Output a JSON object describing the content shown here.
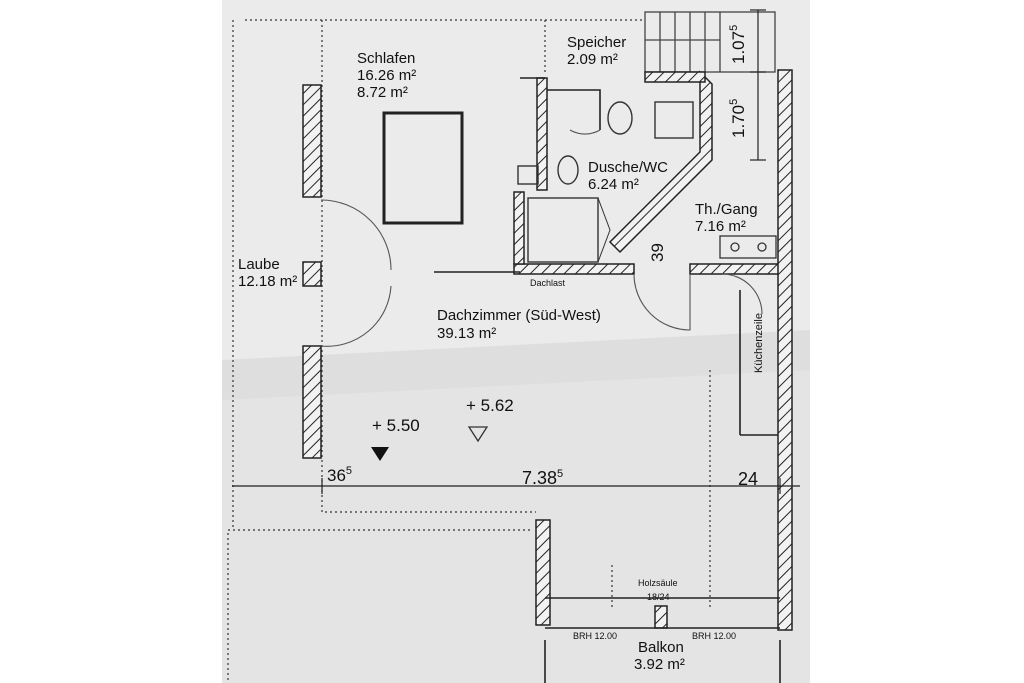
{
  "rooms": {
    "schlafen": {
      "name": "Schlafen",
      "area1": "16.26 m²",
      "area2": "8.72 m²"
    },
    "speicher": {
      "name": "Speicher",
      "area": "2.09 m²"
    },
    "dusche": {
      "name": "Dusche/WC",
      "area": "6.24 m²"
    },
    "gang": {
      "name": "Th./Gang",
      "area": "7.16 m²"
    },
    "laube": {
      "name": "Laube",
      "area": "12.18 m²"
    },
    "dachzimmer": {
      "name": "Dachzimmer (Süd-West)",
      "area": "39.13 m²"
    },
    "balkon": {
      "name": "Balkon",
      "area": "3.92 m²"
    }
  },
  "labels": {
    "dachlast": "Dachlast",
    "kuechenzeile": "Küchenzeile",
    "holzsaeule": "Holzsäule",
    "holzsaeule_size": "18/24",
    "brh_left": "BRH 12.00",
    "brh_right": "BRH 12.00"
  },
  "levels": {
    "level_a": "+ 5.62",
    "level_b": "+ 5.50"
  },
  "dimensions": {
    "d_107": {
      "main": "1.07",
      "sup": "5"
    },
    "d_170": {
      "main": "1.70",
      "sup": "5"
    },
    "d_39": "39",
    "d_36": {
      "main": "36",
      "sup": "5"
    },
    "d_738": {
      "main": "7.38",
      "sup": "5"
    },
    "d_24": "24"
  }
}
